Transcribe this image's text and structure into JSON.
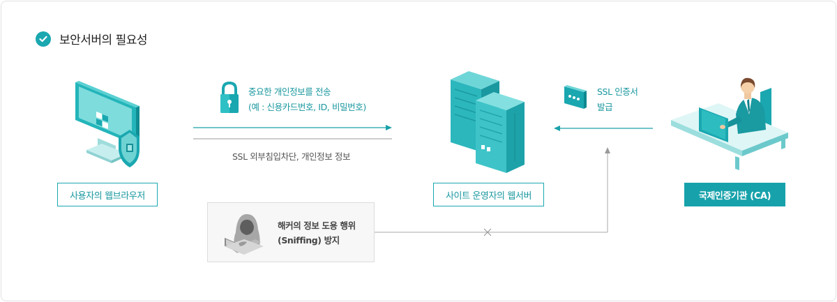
{
  "header": {
    "title": "보안서버의 필요성",
    "icon": "check-circle-icon"
  },
  "nodes": {
    "user_browser": {
      "label": "사용자의 웹브라우저",
      "icon": "monitor-shield-icon"
    },
    "site_server": {
      "label": "사이트 운영자의 웹서버",
      "icon": "server-icon"
    },
    "ca": {
      "label": "국제인증기관 (CA)",
      "icon": "businessman-at-desk-icon"
    }
  },
  "edges": {
    "transfer": {
      "line1": "중요한 개인정보를 전송",
      "line2": "(예 : 신용카드번호, ID, 비밀번호)",
      "icon": "padlock-icon"
    },
    "ssl_block": {
      "label": "SSL 외부침입차단, 개인정보 정보"
    },
    "cert_issue": {
      "line1": "SSL 인증서",
      "line2": "발급",
      "icon": "certificate-card-icon"
    }
  },
  "hacker": {
    "line1": "해커의 정보 도용 행위",
    "line2": "(Sniffing) 방지",
    "icon": "hacker-laptop-icon"
  },
  "colors": {
    "accent": "#17a2ab",
    "text_teal": "#18979f",
    "arrow": "#1aa0a8",
    "line_grey": "#aaaaaa"
  }
}
